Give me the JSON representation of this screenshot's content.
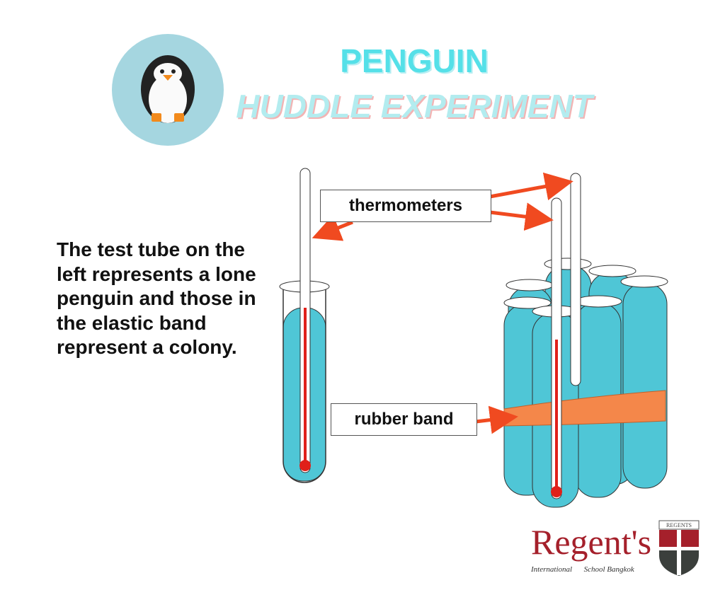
{
  "header": {
    "title_line1": "PENGUIN",
    "title_line2": "HUDDLE EXPERIMENT"
  },
  "description": "The test tube on the left represents a lone penguin and those in the elastic band represent a colony.",
  "diagram": {
    "label_thermometers": "thermometers",
    "label_rubber_band": "rubber band"
  },
  "footer": {
    "school_name": "Regent's",
    "school_sub_left": "International",
    "school_sub_right": "School Bangkok",
    "crest_text": "REGENTS"
  },
  "colors": {
    "water": "#4fc6d6",
    "arrow": "#f04a20",
    "band": "#f4874a",
    "accent": "#55e0e8",
    "brand": "#a5202b"
  }
}
